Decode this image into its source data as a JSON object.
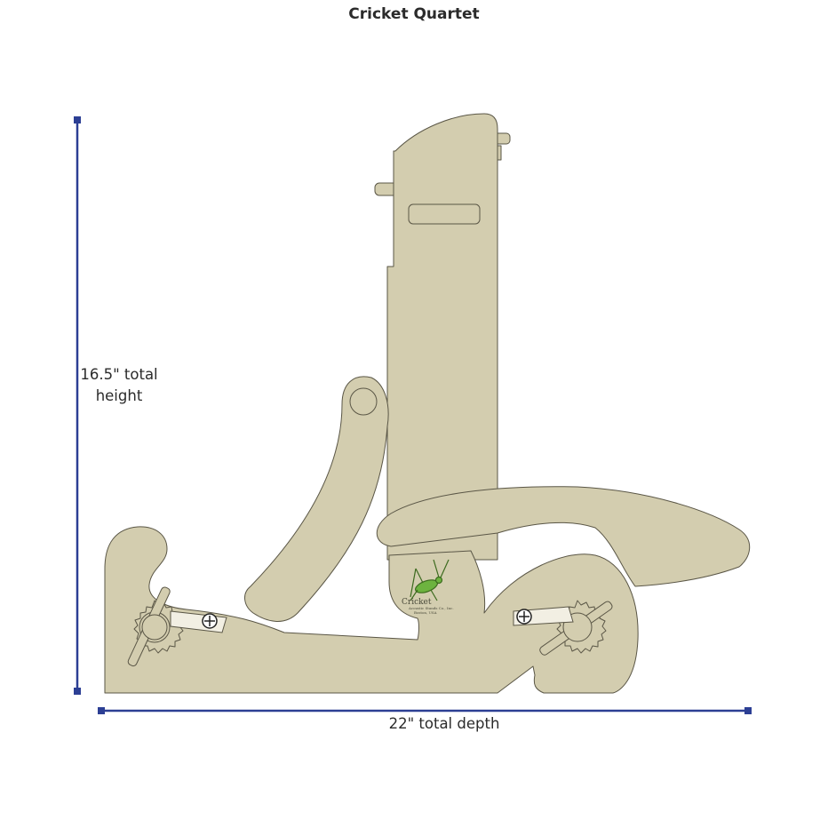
{
  "title": "Cricket Quartet",
  "dimensions": {
    "height_line1": "16.5\" total",
    "height_line2": "height",
    "depth": "22\" total depth"
  },
  "logo": {
    "name": "Cricket",
    "line2": "Acoustic Stands Co., Inc.",
    "line3": "Boston, USA"
  },
  "colors": {
    "stand_fill": "#d3cdaf",
    "stand_stroke": "#5a5646",
    "dimension_line": "#2c3f94",
    "cricket_green": "#6db33f"
  }
}
